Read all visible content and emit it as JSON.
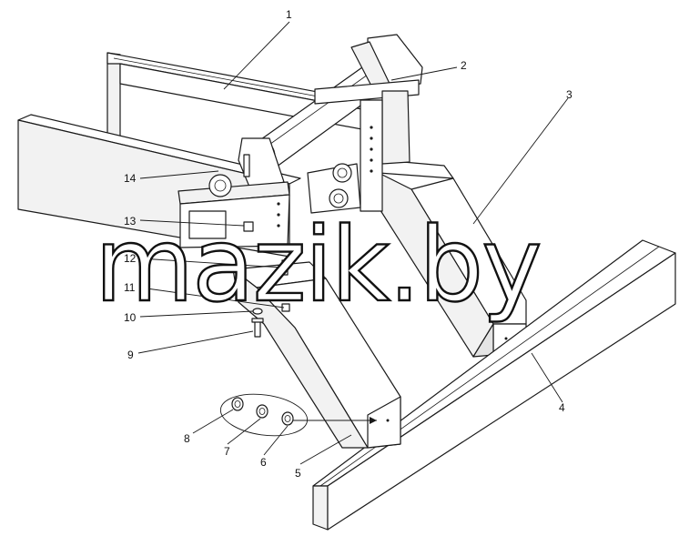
{
  "diagram": {
    "callouts": [
      {
        "id": "1",
        "label": "1"
      },
      {
        "id": "2",
        "label": "2"
      },
      {
        "id": "3",
        "label": "3"
      },
      {
        "id": "4",
        "label": "4"
      },
      {
        "id": "5",
        "label": "5"
      },
      {
        "id": "6",
        "label": "6"
      },
      {
        "id": "7",
        "label": "7"
      },
      {
        "id": "8",
        "label": "8"
      },
      {
        "id": "9",
        "label": "9"
      },
      {
        "id": "10",
        "label": "10"
      },
      {
        "id": "11",
        "label": "11"
      },
      {
        "id": "12",
        "label": "12"
      },
      {
        "id": "13",
        "label": "13"
      },
      {
        "id": "14",
        "label": "14"
      }
    ],
    "watermark": "mazik.by"
  }
}
